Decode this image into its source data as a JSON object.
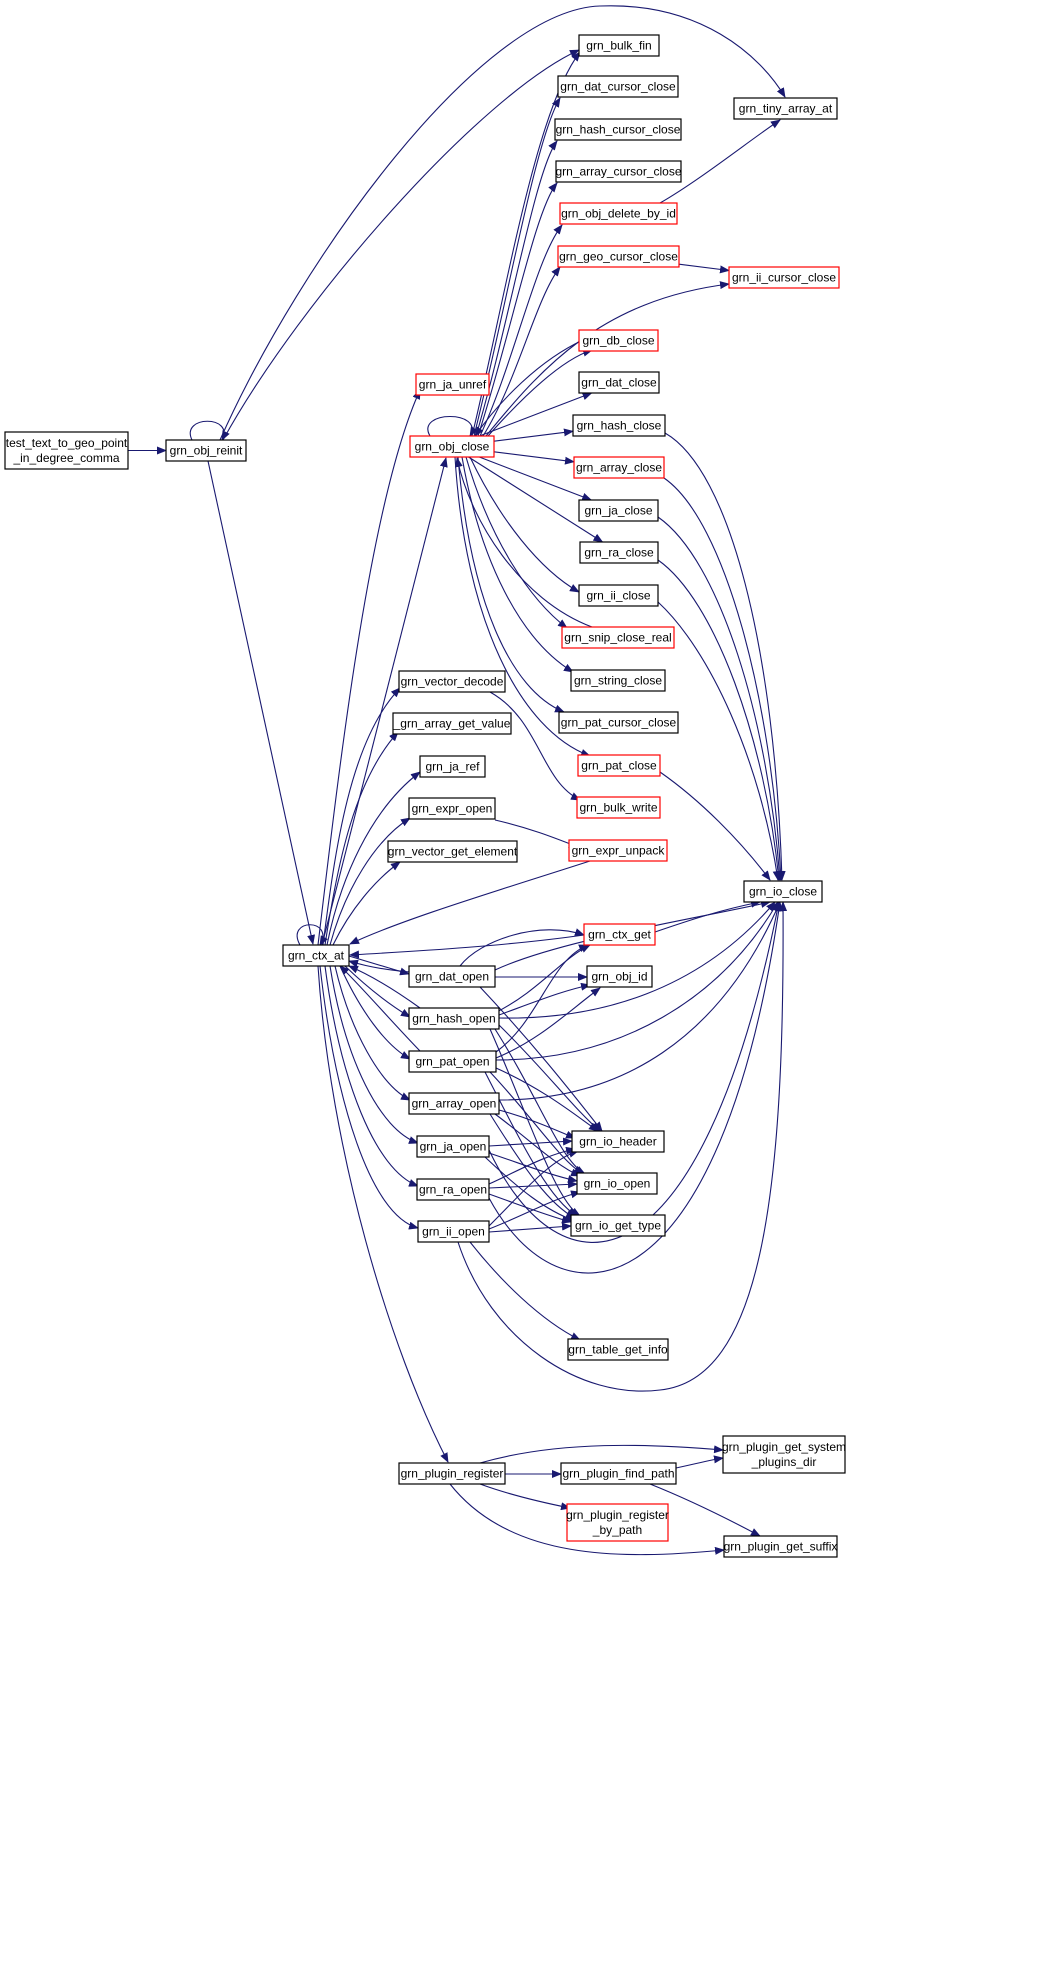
{
  "graph": {
    "colors": {
      "edge": "#191970",
      "normal_border": "#000000",
      "truncated_border": "#ff0000",
      "root_fill": "#bfbfbf",
      "node_fill": "#ffffff"
    },
    "nodes": [
      {
        "id": "root",
        "lines": [
          "test_text_to_geo_point",
          "_in_degree_comma"
        ],
        "style": "root"
      },
      {
        "id": "reinit",
        "lines": [
          "grn_obj_reinit"
        ],
        "style": "normal"
      },
      {
        "id": "bulk_fin",
        "lines": [
          "grn_bulk_fin"
        ],
        "style": "normal"
      },
      {
        "id": "tiny_array_at",
        "lines": [
          "grn_tiny_array_at"
        ],
        "style": "normal"
      },
      {
        "id": "dat_cursor_close",
        "lines": [
          "grn_dat_cursor_close"
        ],
        "style": "normal"
      },
      {
        "id": "hash_cursor_close",
        "lines": [
          "grn_hash_cursor_close"
        ],
        "style": "normal"
      },
      {
        "id": "array_cursor_close",
        "lines": [
          "grn_array_cursor_close"
        ],
        "style": "normal"
      },
      {
        "id": "obj_delete_by_id",
        "lines": [
          "grn_obj_delete_by_id"
        ],
        "style": "truncated"
      },
      {
        "id": "geo_cursor_close",
        "lines": [
          "grn_geo_cursor_close"
        ],
        "style": "truncated"
      },
      {
        "id": "ii_cursor_close",
        "lines": [
          "grn_ii_cursor_close"
        ],
        "style": "truncated"
      },
      {
        "id": "db_close",
        "lines": [
          "grn_db_close"
        ],
        "style": "truncated"
      },
      {
        "id": "ja_unref",
        "lines": [
          "grn_ja_unref"
        ],
        "style": "truncated"
      },
      {
        "id": "dat_close",
        "lines": [
          "grn_dat_close"
        ],
        "style": "normal"
      },
      {
        "id": "obj_close",
        "lines": [
          "grn_obj_close"
        ],
        "style": "truncated"
      },
      {
        "id": "hash_close",
        "lines": [
          "grn_hash_close"
        ],
        "style": "normal"
      },
      {
        "id": "array_close",
        "lines": [
          "grn_array_close"
        ],
        "style": "truncated"
      },
      {
        "id": "ja_close",
        "lines": [
          "grn_ja_close"
        ],
        "style": "normal"
      },
      {
        "id": "ra_close",
        "lines": [
          "grn_ra_close"
        ],
        "style": "normal"
      },
      {
        "id": "ii_close",
        "lines": [
          "grn_ii_close"
        ],
        "style": "normal"
      },
      {
        "id": "snip_close_real",
        "lines": [
          "grn_snip_close_real"
        ],
        "style": "truncated"
      },
      {
        "id": "vector_decode",
        "lines": [
          "grn_vector_decode"
        ],
        "style": "normal"
      },
      {
        "id": "string_close",
        "lines": [
          "grn_string_close"
        ],
        "style": "normal"
      },
      {
        "id": "array_get_value",
        "lines": [
          "_grn_array_get_value"
        ],
        "style": "normal"
      },
      {
        "id": "pat_cursor_close",
        "lines": [
          "grn_pat_cursor_close"
        ],
        "style": "normal"
      },
      {
        "id": "ja_ref",
        "lines": [
          "grn_ja_ref"
        ],
        "style": "normal"
      },
      {
        "id": "pat_close",
        "lines": [
          "grn_pat_close"
        ],
        "style": "truncated"
      },
      {
        "id": "expr_open",
        "lines": [
          "grn_expr_open"
        ],
        "style": "normal"
      },
      {
        "id": "bulk_write",
        "lines": [
          "grn_bulk_write"
        ],
        "style": "truncated"
      },
      {
        "id": "vector_get_element",
        "lines": [
          "grn_vector_get_element"
        ],
        "style": "normal"
      },
      {
        "id": "expr_unpack",
        "lines": [
          "grn_expr_unpack"
        ],
        "style": "truncated"
      },
      {
        "id": "io_close",
        "lines": [
          "grn_io_close"
        ],
        "style": "normal"
      },
      {
        "id": "ctx_get",
        "lines": [
          "grn_ctx_get"
        ],
        "style": "truncated"
      },
      {
        "id": "ctx_at",
        "lines": [
          "grn_ctx_at"
        ],
        "style": "normal"
      },
      {
        "id": "dat_open",
        "lines": [
          "grn_dat_open"
        ],
        "style": "normal"
      },
      {
        "id": "obj_id",
        "lines": [
          "grn_obj_id"
        ],
        "style": "normal"
      },
      {
        "id": "hash_open",
        "lines": [
          "grn_hash_open"
        ],
        "style": "normal"
      },
      {
        "id": "pat_open",
        "lines": [
          "grn_pat_open"
        ],
        "style": "normal"
      },
      {
        "id": "array_open",
        "lines": [
          "grn_array_open"
        ],
        "style": "normal"
      },
      {
        "id": "io_header",
        "lines": [
          "grn_io_header"
        ],
        "style": "normal"
      },
      {
        "id": "ja_open",
        "lines": [
          "grn_ja_open"
        ],
        "style": "normal"
      },
      {
        "id": "io_open",
        "lines": [
          "grn_io_open"
        ],
        "style": "normal"
      },
      {
        "id": "ra_open",
        "lines": [
          "grn_ra_open"
        ],
        "style": "normal"
      },
      {
        "id": "io_get_type",
        "lines": [
          "grn_io_get_type"
        ],
        "style": "normal"
      },
      {
        "id": "ii_open",
        "lines": [
          "grn_ii_open"
        ],
        "style": "normal"
      },
      {
        "id": "table_get_info",
        "lines": [
          "grn_table_get_info"
        ],
        "style": "normal"
      },
      {
        "id": "plugin_get_system_plugins_dir",
        "lines": [
          "grn_plugin_get_system",
          "_plugins_dir"
        ],
        "style": "normal"
      },
      {
        "id": "plugin_register",
        "lines": [
          "grn_plugin_register"
        ],
        "style": "normal"
      },
      {
        "id": "plugin_find_path",
        "lines": [
          "grn_plugin_find_path"
        ],
        "style": "normal"
      },
      {
        "id": "plugin_register_by_path",
        "lines": [
          "grn_plugin_register",
          "_by_path"
        ],
        "style": "truncated"
      },
      {
        "id": "plugin_get_suffix",
        "lines": [
          "grn_plugin_get_suffix"
        ],
        "style": "normal"
      }
    ],
    "edges": [
      {
        "from": "root",
        "to": "reinit"
      },
      {
        "from": "reinit",
        "to": "reinit"
      },
      {
        "from": "reinit",
        "to": "bulk_fin"
      },
      {
        "from": "reinit",
        "to": "tiny_array_at"
      },
      {
        "from": "reinit",
        "to": "ctx_at"
      },
      {
        "from": "obj_delete_by_id",
        "to": "tiny_array_at"
      },
      {
        "from": "geo_cursor_close",
        "to": "ii_cursor_close"
      },
      {
        "from": "obj_close",
        "to": "obj_close"
      },
      {
        "from": "obj_close",
        "to": "bulk_fin"
      },
      {
        "from": "obj_close",
        "to": "dat_cursor_close"
      },
      {
        "from": "obj_close",
        "to": "hash_cursor_close"
      },
      {
        "from": "obj_close",
        "to": "array_cursor_close"
      },
      {
        "from": "obj_close",
        "to": "obj_delete_by_id"
      },
      {
        "from": "obj_close",
        "to": "geo_cursor_close"
      },
      {
        "from": "obj_close",
        "to": "ii_cursor_close"
      },
      {
        "from": "obj_close",
        "to": "db_close"
      },
      {
        "from": "obj_close",
        "to": "dat_close"
      },
      {
        "from": "obj_close",
        "to": "hash_close"
      },
      {
        "from": "obj_close",
        "to": "array_close"
      },
      {
        "from": "obj_close",
        "to": "ja_close"
      },
      {
        "from": "obj_close",
        "to": "ra_close"
      },
      {
        "from": "obj_close",
        "to": "ii_close"
      },
      {
        "from": "obj_close",
        "to": "snip_close_real"
      },
      {
        "from": "obj_close",
        "to": "string_close"
      },
      {
        "from": "obj_close",
        "to": "pat_cursor_close"
      },
      {
        "from": "obj_close",
        "to": "pat_close"
      },
      {
        "from": "db_close",
        "to": "obj_close"
      },
      {
        "from": "snip_close_real",
        "to": "obj_close"
      },
      {
        "from": "hash_close",
        "to": "io_close"
      },
      {
        "from": "array_close",
        "to": "io_close"
      },
      {
        "from": "ja_close",
        "to": "io_close"
      },
      {
        "from": "ra_close",
        "to": "io_close"
      },
      {
        "from": "ii_close",
        "to": "io_close"
      },
      {
        "from": "pat_close",
        "to": "io_close"
      },
      {
        "from": "vector_decode",
        "to": "bulk_write"
      },
      {
        "from": "expr_open",
        "to": "expr_unpack"
      },
      {
        "from": "expr_unpack",
        "to": "ctx_at"
      },
      {
        "from": "ctx_at",
        "to": "ctx_at"
      },
      {
        "from": "ctx_at",
        "to": "ja_unref"
      },
      {
        "from": "ctx_at",
        "to": "obj_close"
      },
      {
        "from": "ctx_at",
        "to": "vector_decode"
      },
      {
        "from": "ctx_at",
        "to": "array_get_value"
      },
      {
        "from": "ctx_at",
        "to": "ja_ref"
      },
      {
        "from": "ctx_at",
        "to": "expr_open"
      },
      {
        "from": "ctx_at",
        "to": "vector_get_element"
      },
      {
        "from": "ctx_at",
        "to": "dat_open"
      },
      {
        "from": "ctx_at",
        "to": "hash_open"
      },
      {
        "from": "ctx_at",
        "to": "pat_open"
      },
      {
        "from": "ctx_at",
        "to": "array_open"
      },
      {
        "from": "ctx_at",
        "to": "ja_open"
      },
      {
        "from": "ctx_at",
        "to": "ra_open"
      },
      {
        "from": "ctx_at",
        "to": "ii_open"
      },
      {
        "from": "ctx_at",
        "to": "plugin_register"
      },
      {
        "from": "ctx_get",
        "to": "ctx_at"
      },
      {
        "from": "ctx_get",
        "to": "io_close"
      },
      {
        "from": "dat_open",
        "to": "ctx_at"
      },
      {
        "from": "dat_open",
        "to": "ctx_get"
      },
      {
        "from": "dat_open",
        "to": "obj_id"
      },
      {
        "from": "dat_open",
        "to": "io_header"
      },
      {
        "from": "dat_open",
        "to": "io_close"
      },
      {
        "from": "hash_open",
        "to": "ctx_at"
      },
      {
        "from": "hash_open",
        "to": "ctx_get"
      },
      {
        "from": "hash_open",
        "to": "obj_id"
      },
      {
        "from": "hash_open",
        "to": "io_header"
      },
      {
        "from": "hash_open",
        "to": "io_open"
      },
      {
        "from": "hash_open",
        "to": "io_get_type"
      },
      {
        "from": "hash_open",
        "to": "io_close"
      },
      {
        "from": "pat_open",
        "to": "ctx_at"
      },
      {
        "from": "pat_open",
        "to": "ctx_get"
      },
      {
        "from": "pat_open",
        "to": "obj_id"
      },
      {
        "from": "pat_open",
        "to": "io_header"
      },
      {
        "from": "pat_open",
        "to": "io_open"
      },
      {
        "from": "pat_open",
        "to": "io_get_type"
      },
      {
        "from": "pat_open",
        "to": "io_close"
      },
      {
        "from": "array_open",
        "to": "io_header"
      },
      {
        "from": "array_open",
        "to": "io_open"
      },
      {
        "from": "array_open",
        "to": "io_get_type"
      },
      {
        "from": "array_open",
        "to": "io_close"
      },
      {
        "from": "ja_open",
        "to": "io_header"
      },
      {
        "from": "ja_open",
        "to": "io_open"
      },
      {
        "from": "ja_open",
        "to": "io_get_type"
      },
      {
        "from": "ja_open",
        "to": "io_close"
      },
      {
        "from": "ra_open",
        "to": "io_header"
      },
      {
        "from": "ra_open",
        "to": "io_open"
      },
      {
        "from": "ra_open",
        "to": "io_get_type"
      },
      {
        "from": "ra_open",
        "to": "io_close"
      },
      {
        "from": "ii_open",
        "to": "io_header"
      },
      {
        "from": "ii_open",
        "to": "io_open"
      },
      {
        "from": "ii_open",
        "to": "io_get_type"
      },
      {
        "from": "ii_open",
        "to": "table_get_info"
      },
      {
        "from": "ii_open",
        "to": "io_close"
      },
      {
        "from": "plugin_register",
        "to": "plugin_get_system_plugins_dir"
      },
      {
        "from": "plugin_register",
        "to": "plugin_find_path"
      },
      {
        "from": "plugin_register",
        "to": "plugin_register_by_path"
      },
      {
        "from": "plugin_register",
        "to": "plugin_get_suffix"
      },
      {
        "from": "plugin_find_path",
        "to": "plugin_get_system_plugins_dir"
      },
      {
        "from": "plugin_find_path",
        "to": "plugin_get_suffix"
      }
    ]
  }
}
